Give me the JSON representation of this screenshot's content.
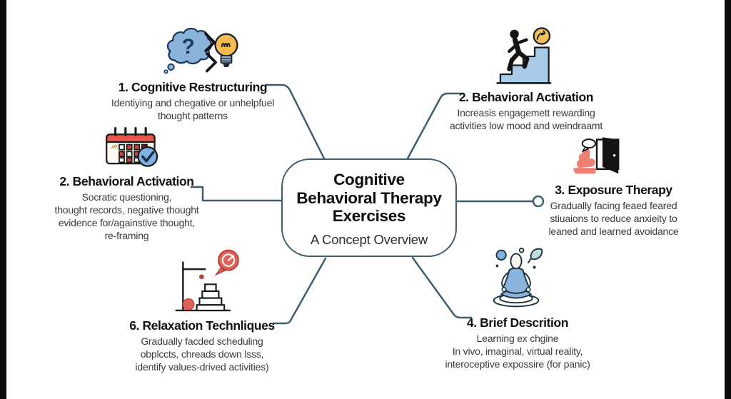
{
  "center": {
    "title_line1": "Cognitive",
    "title_line2": "Behavioral Therapy",
    "title_line3": "Exercises",
    "subtitle": "A Concept Overview"
  },
  "nodes": [
    {
      "title": "1. Cognitive Restructuring",
      "description": "Identiying and chegative or unhelpfuel\nthought patterns",
      "icon": "thought-bubble-to-lightbulb"
    },
    {
      "title": "2. Behavioral Activation",
      "description": "Socratic questioning,\nthought records, negative thought\nevidence for/againstive thought,\nre-framing",
      "icon": "calendar-with-checkmark"
    },
    {
      "title": "6. Relaxation Technliques",
      "description": "Gradually facded scheduling\nobplccts, chreads down lsss,\nidentify values-drived activities)",
      "icon": "graded-steps-with-timer-bubble"
    },
    {
      "title": "2. Behavioral Activation",
      "description": "Increasis engagemett rewarding\nactivities low mood and weindraamt",
      "icon": "figure-climbing-stairs-with-coin"
    },
    {
      "title": "3. Exposure Therapy",
      "description": "Gradually facing feaed feared\nstiuaions to reduce anxieity to\nleaned and learned avoidance",
      "icon": "open-door-with-figure"
    },
    {
      "title": "4. Brief Descrition",
      "description": "Learning ex chgine\nIn vivo, imaginal, virtual reality,\ninteroceptive expossire (for panic)",
      "icon": "meditating-person"
    }
  ],
  "colors": {
    "connector": "#3f5d6d",
    "accent_blue": "#8ab3da",
    "accent_yellow": "#f3b94d",
    "accent_red": "#e5625c",
    "stairs_blue": "#a9cbe8"
  }
}
